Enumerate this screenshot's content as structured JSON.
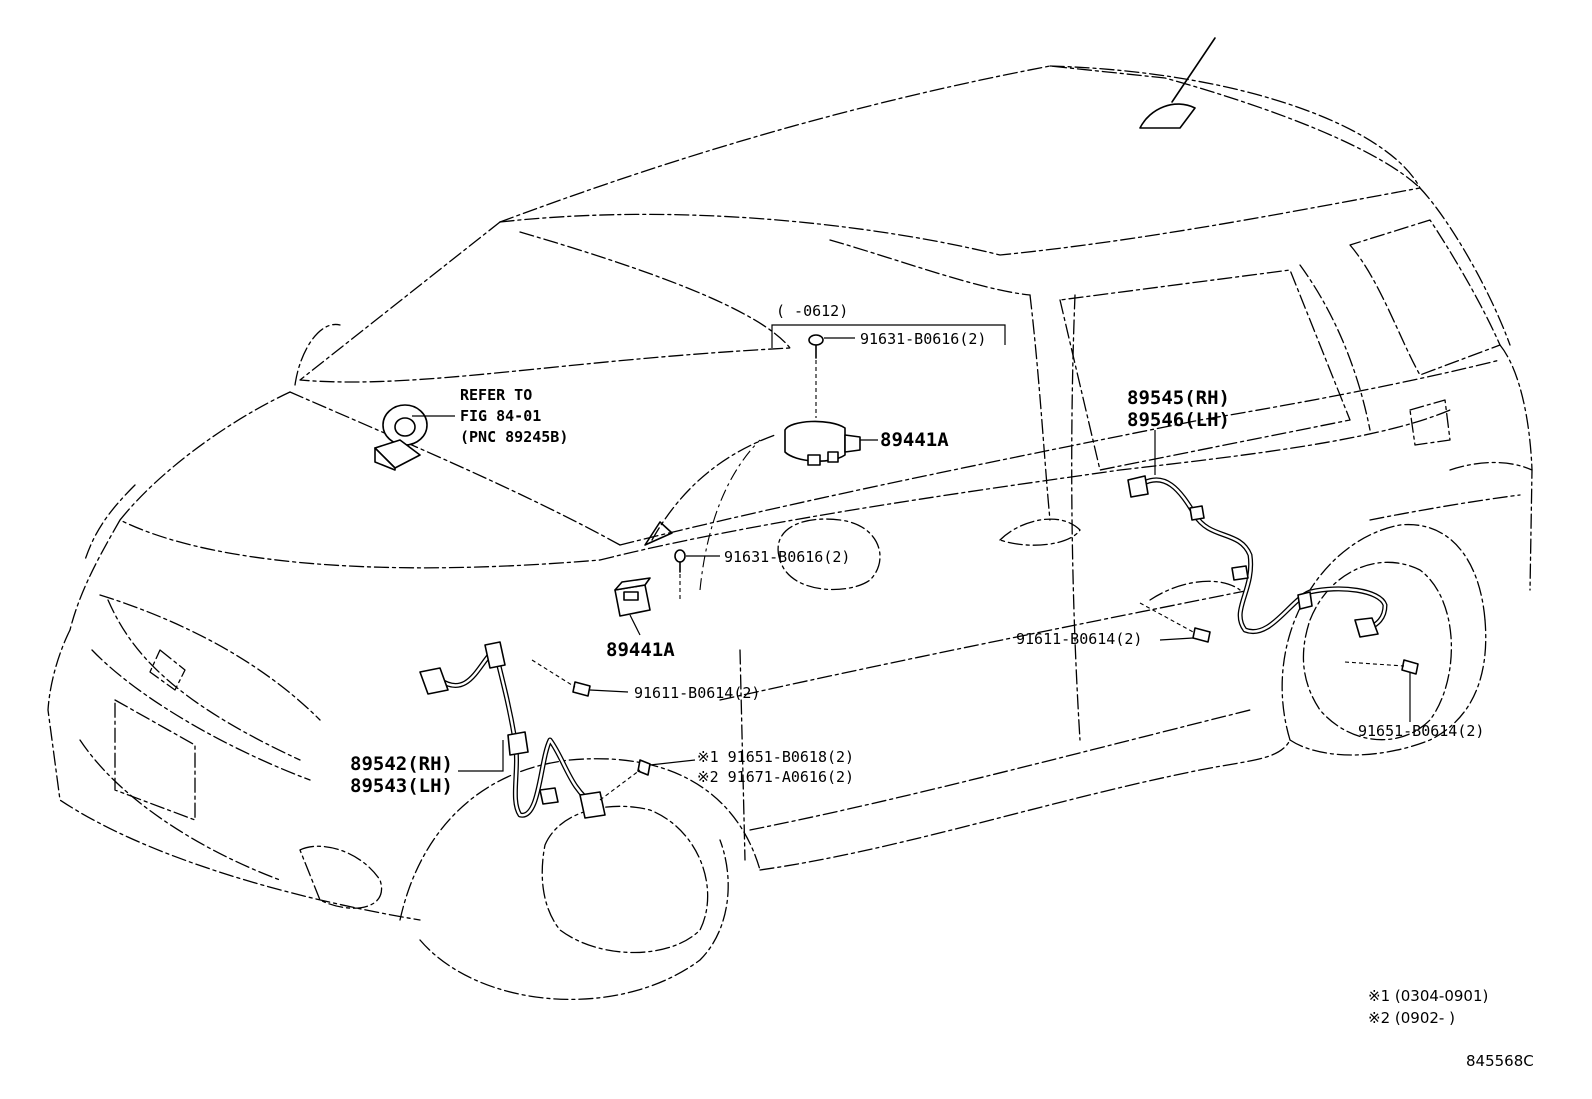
{
  "labels": {
    "date_range_top": "(      -0612)",
    "bolt_upper": "91631-B0616(2)",
    "sensor_upper": "89441A",
    "refer_line1": "REFER TO",
    "refer_line2": "FIG 84-01",
    "refer_line3": "(PNC 89245B)",
    "bolt_mid": "91631-B0616(2)",
    "sensor_lower": "89441A",
    "bolt_front": "91611-B0614(2)",
    "front_sensor_rh": "89542(RH)",
    "front_sensor_lh": "89543(LH)",
    "bolt_wheel_1": "※1 91651-B0618(2)",
    "bolt_wheel_2": "※2 91671-A0616(2)",
    "rear_sensor_rh": "89545(RH)",
    "rear_sensor_lh": "89546(LH)",
    "bolt_rear_mid": "91611-B0614(2)",
    "bolt_rear_wheel": "91651-B0614(2)",
    "note_1": "※1 (0304-0901)",
    "note_2": "※2 (0902-      )",
    "figure_code": "845568C"
  }
}
